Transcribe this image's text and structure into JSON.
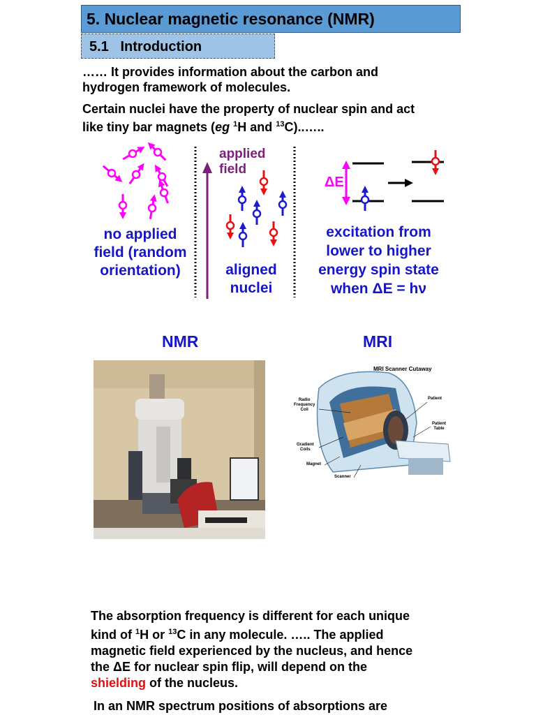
{
  "header": {
    "title": "5. Nuclear magnetic resonance (NMR)",
    "subtitle_num": "5.1",
    "subtitle": "Introduction"
  },
  "intro": {
    "line1": "…… It provides information about the carbon and",
    "line2": "hydrogen framework of molecules.",
    "line3": "Certain nuclei have the property of nuclear spin and act",
    "line4_a": "like tiny bar magnets (",
    "line4_eg": "eg",
    "line4_b": " ",
    "sup1": "1",
    "line4_c": "H and ",
    "sup13": "13",
    "line4_d": "C)..….."
  },
  "diagram": {
    "no_field_l1": "no applied",
    "no_field_l2": "field (random",
    "no_field_l3": "orientation)",
    "applied_l1": "applied",
    "applied_l2": "field",
    "aligned_l1": "aligned",
    "aligned_l2": "nuclei",
    "delta_e": "ΔE",
    "exc_l1": "excitation from",
    "exc_l2": "lower to higher",
    "exc_l3": "energy spin state",
    "exc_l4": "when ΔE = hν",
    "colors": {
      "magenta": "#ff00ff",
      "blue": "#1a1ad0",
      "red": "#e81010",
      "purple": "#7a1f7a"
    }
  },
  "images": {
    "nmr_label": "NMR",
    "mri_label": "MRI",
    "mri_title": "MRI Scanner Cutaway",
    "mri_radio_l1": "Radio",
    "mri_radio_l2": "Frequency",
    "mri_radio_l3": "Coil",
    "mri_patient": "Patient",
    "mri_table_l1": "Patient",
    "mri_table_l2": "Table",
    "mri_gradient_l1": "Gradient",
    "mri_gradient_l2": "Coils",
    "mri_magnet": "Magnet",
    "mri_scanner": "Scanner"
  },
  "body": {
    "p1_l1": "The absorption frequency is different for each unique",
    "p1_l2a": "kind of ",
    "p1_sup1": "1",
    "p1_l2b": "H or ",
    "p1_sup13": "13",
    "p1_l2c": "C in any molecule.  ….. The applied",
    "p1_l3": "magnetic field experienced by the nucleus, and hence",
    "p1_l4": "the ΔE for nuclear spin flip, will depend on the",
    "p1_l5_red": "shielding",
    "p1_l5_rest": " of the nucleus.",
    "p2_l1": "In an NMR spectrum positions of absorptions are"
  }
}
